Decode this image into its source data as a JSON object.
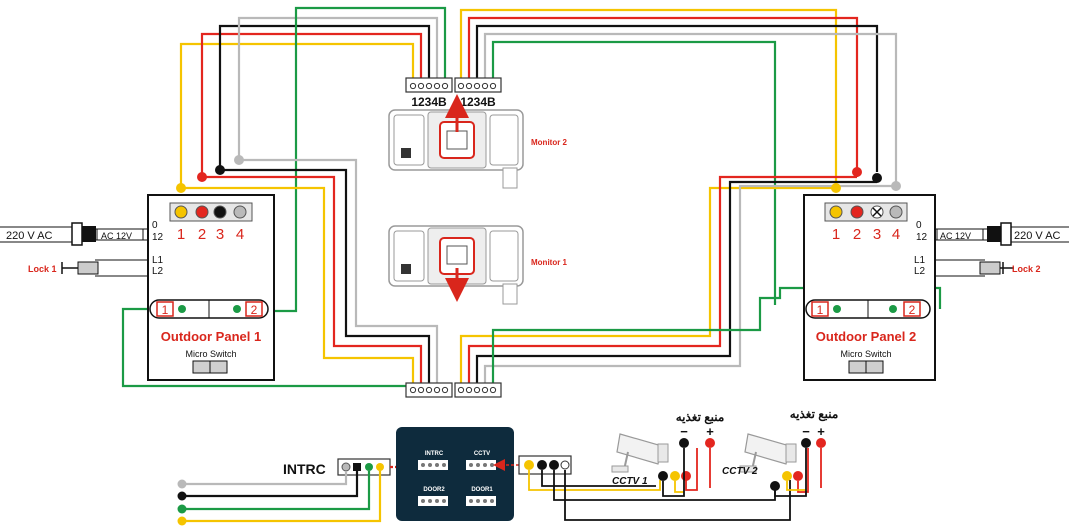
{
  "colors": {
    "yellow": "#f5c400",
    "red": "#e3261f",
    "black": "#111111",
    "gray": "#b9b9b9",
    "green": "#1b9a45",
    "accent_red": "#d9261c",
    "module_bg": "#0e2b3d"
  },
  "monitor_top": {
    "terminal_left_label": "1234B",
    "terminal_right_label": "1234B",
    "name": "Monitor 2"
  },
  "monitor_bottom": {
    "name": "Monitor 1"
  },
  "panel_left": {
    "power_in": "220 V AC",
    "adapter": "AC 12V",
    "pins_0_12": [
      "0",
      "12"
    ],
    "terminals": [
      "1",
      "2",
      "3",
      "4"
    ],
    "lock_label": "Lock 1",
    "lock_pins": [
      "L1",
      "L2"
    ],
    "button_pins": [
      "1",
      "2"
    ],
    "name": "Outdoor Panel 1",
    "micro_switch": "Micro Switch"
  },
  "panel_right": {
    "power_in": "220 V AC",
    "adapter": "AC 12V",
    "pins_0_12": [
      "0",
      "12"
    ],
    "terminals": [
      "1",
      "2",
      "3",
      "4"
    ],
    "lock_label": "Lock 2",
    "lock_pins": [
      "L1",
      "L2"
    ],
    "button_pins": [
      "1",
      "2"
    ],
    "name": "Outdoor Panel 2",
    "micro_switch": "Micro Switch"
  },
  "intrc": {
    "label": "INTRC"
  },
  "module": {
    "ports": [
      "INTRC",
      "CCTV",
      "DOOR2",
      "DOOR1"
    ]
  },
  "cctv": {
    "cam1_label": "CCTV 1",
    "cam2_label": "CCTV 2",
    "supply_label": "منبع تغذیه",
    "minus": "−",
    "plus": "+"
  }
}
